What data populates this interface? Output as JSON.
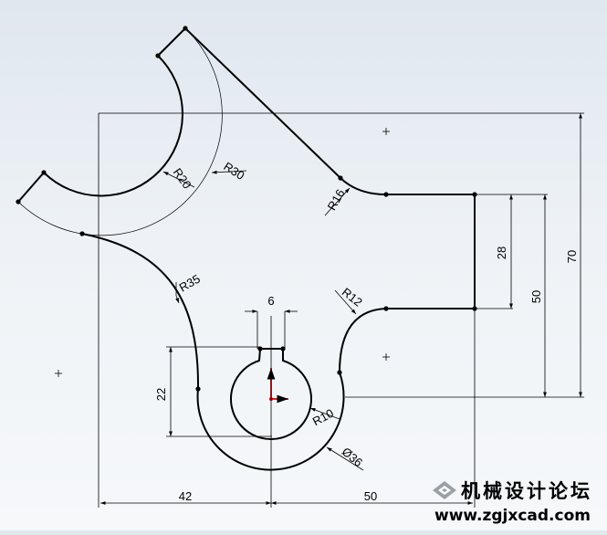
{
  "dimensions": {
    "width_6": "6",
    "height_22": "22",
    "height_28": "28",
    "height_50": "50",
    "height_70": "70",
    "width_42": "42",
    "width_50": "50",
    "radius_20": "R20",
    "radius_30": "R30",
    "radius_16": "R16",
    "radius_35": "R35",
    "radius_12": "R12",
    "radius_10": "R10",
    "diameter_36": "Ø36"
  },
  "watermark": {
    "title": "机械设计论坛",
    "url": "www.zgjxcad.com"
  },
  "colors": {
    "geometry": "#000000",
    "origin": "#e00000"
  }
}
